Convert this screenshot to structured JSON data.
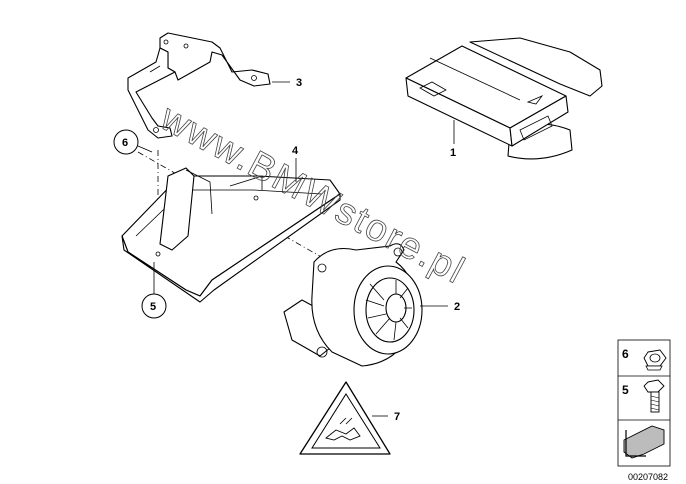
{
  "callouts": {
    "c1": "1",
    "c2": "2",
    "c3": "3",
    "c4": "4",
    "c5": "5",
    "c6": "6",
    "c7": "7"
  },
  "watermark": "www.BMWstore.pl",
  "legend": {
    "item6": "6",
    "item5": "5"
  },
  "diagram_code": "00207082"
}
